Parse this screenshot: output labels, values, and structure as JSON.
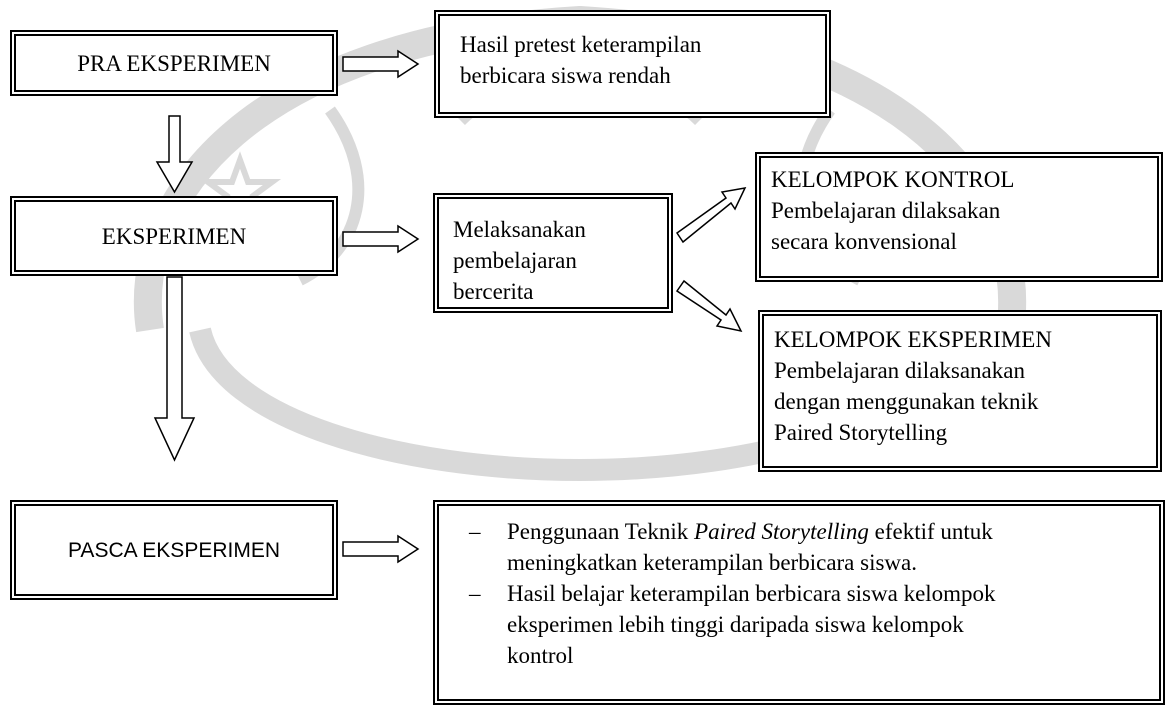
{
  "stages": {
    "pra": "PRA EKSPERIMEN",
    "eksperimen": "EKSPERIMEN",
    "pasca": "PASCA EKSPERIMEN"
  },
  "pretest_result": {
    "line1": "Hasil pretest keterampilan",
    "line2": "berbicara siswa rendah"
  },
  "treatment": {
    "line1": "Melaksanakan",
    "line2": "pembelajaran",
    "line3": "bercerita"
  },
  "control_group": {
    "title": "KELOMPOK KONTROL",
    "line1": "Pembelajaran dilaksakan",
    "line2": "secara konvensional"
  },
  "experiment_group": {
    "title": "KELOMPOK EKSPERIMEN",
    "line1": "Pembelajaran dilaksanakan",
    "line2": "dengan menggunakan teknik",
    "line3": "Paired Storytelling"
  },
  "conclusions": {
    "bullet": "–",
    "item1": {
      "pre": "Penggunaan Teknik ",
      "emphasis": "Paired Storytelling",
      "post": " efektif untuk",
      "line2": "meningkatkan keterampilan berbicara siswa."
    },
    "item2": {
      "line1": "Hasil belajar keterampilan berbicara siswa kelompok",
      "line2": "eksperimen lebih tinggi daripada siswa kelompok",
      "line3": "kontrol"
    }
  }
}
